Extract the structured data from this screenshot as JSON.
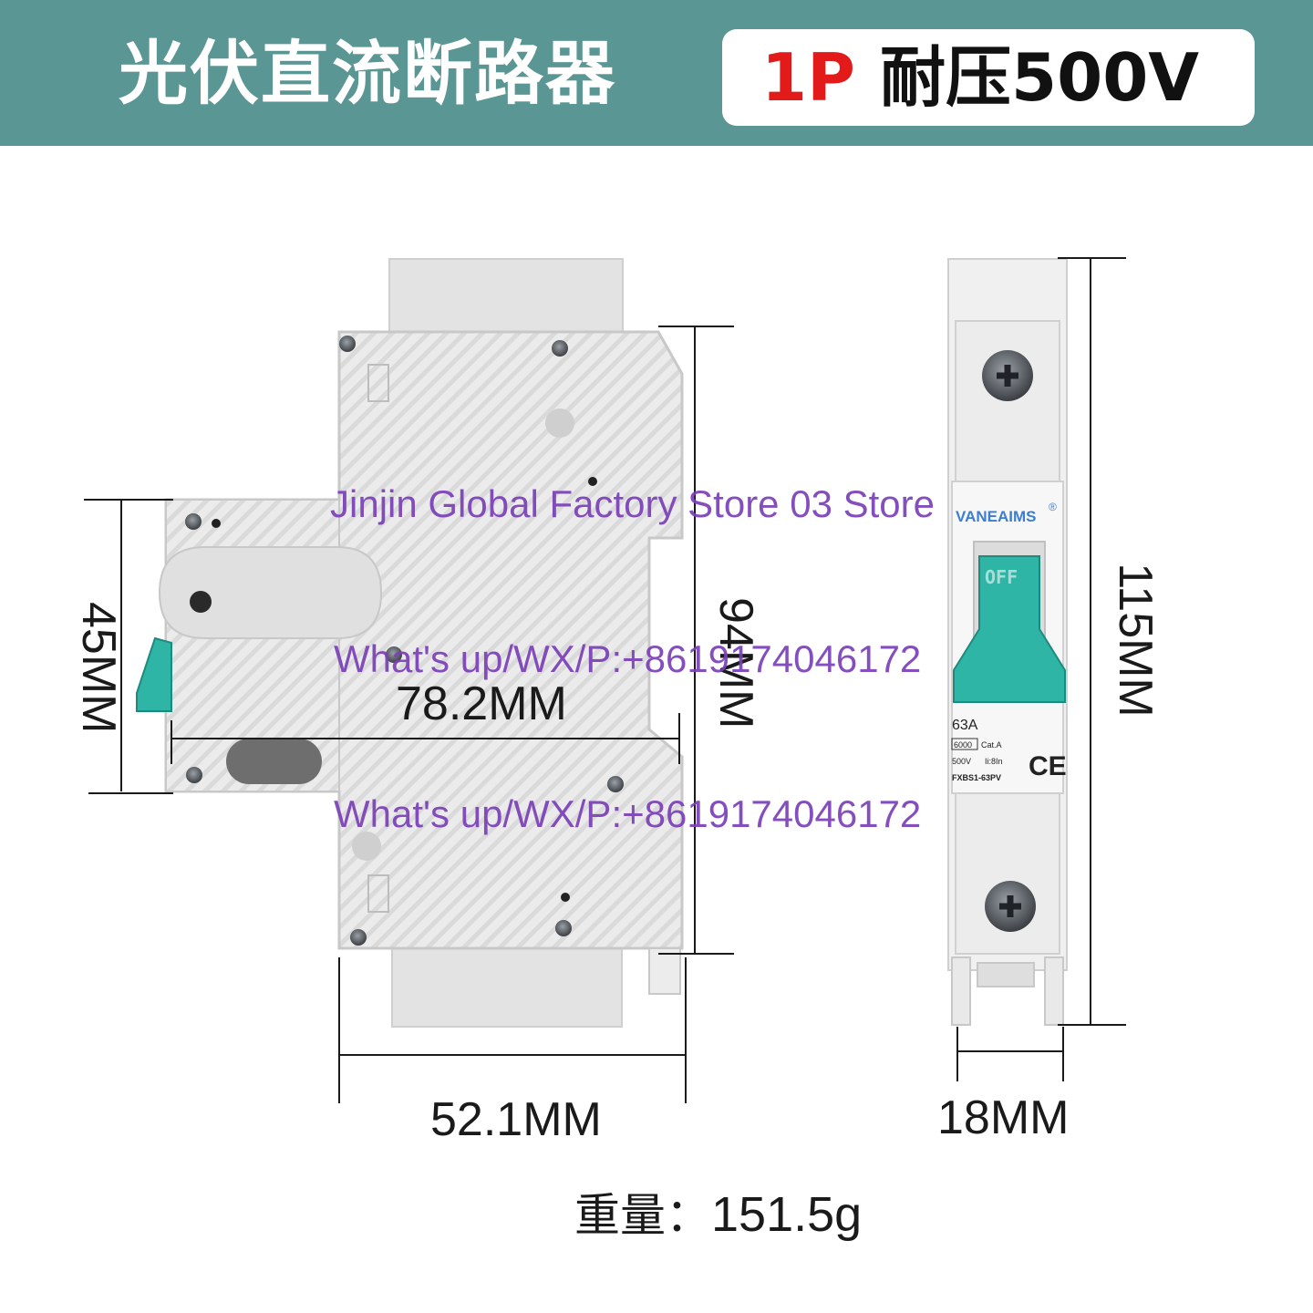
{
  "header": {
    "title": "光伏直流断路器",
    "pole": "1P",
    "voltage_rating": "耐压500V",
    "background_color": "#5a9693",
    "pole_color": "#e21a1a"
  },
  "dimensions": {
    "width_total": "78.2MM",
    "height_side": "94MM",
    "depth": "52.1MM",
    "front_height": "45MM",
    "height_front_view": "115MM",
    "width_front_view": "18MM"
  },
  "device_labels": {
    "brand": "VANEAIMS",
    "registered": "®",
    "switch_state": "OFF",
    "rating": "63A",
    "breaking": "6000",
    "category": "Cat.A",
    "voltage": "500V",
    "ii": "Ii:8In",
    "model": "FXBS1-63PV",
    "cert": "CE",
    "accent_color": "#2fb5a6"
  },
  "watermarks": [
    "Jinjin Global Factory Store 03 Store",
    "What's up/WX/P:+8619174046172",
    "What's up/WX/P:+8619174046172"
  ],
  "weight": {
    "label": "重量：",
    "value": "151.5g"
  }
}
